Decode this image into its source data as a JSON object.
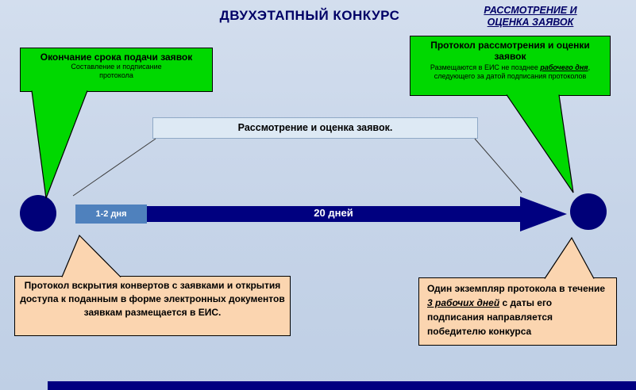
{
  "title": "ДВУХЭТАПНЫЙ КОНКУРС",
  "header_right": {
    "line1": "РАССМОТРЕНИЕ И",
    "line2": "ОЦЕНКА ЗАЯВОК"
  },
  "callout_top_left": {
    "heading": "Окончание срока подачи заявок",
    "sub_line1": "Составление и подписание",
    "sub_line2": "протокола"
  },
  "callout_top_right": {
    "heading": "Протокол рассмотрения и оценки заявок",
    "sub_pre": "Размещаются в ЕИС не позднее ",
    "sub_em": "рабочего дня",
    "sub_post": ",",
    "sub_line2": "следующего за датой подписания протоколов"
  },
  "process_box": {
    "label": "Рассмотрение и оценка заявок."
  },
  "timeline": {
    "segment1_label": "1-2 дня",
    "arrow_label": "20 дней"
  },
  "callout_bottom_left": {
    "text": "Протокол вскрытия конвертов с заявками и открытия доступа к поданным в форме электронных документов заявкам размещается в ЕИС."
  },
  "callout_bottom_right": {
    "pre": "Один экземпляр протокола в течение ",
    "em": "3 рабочих дней",
    "post": " с даты его подписания направляется победителю конкурса"
  },
  "colors": {
    "background": "#c6d4e8",
    "navy": "#000080",
    "green": "#00d800",
    "peach": "#fbd5b0",
    "steel_blue": "#4f81bd",
    "process_box_bg": "#dde9f4",
    "heading_navy": "#000066"
  }
}
